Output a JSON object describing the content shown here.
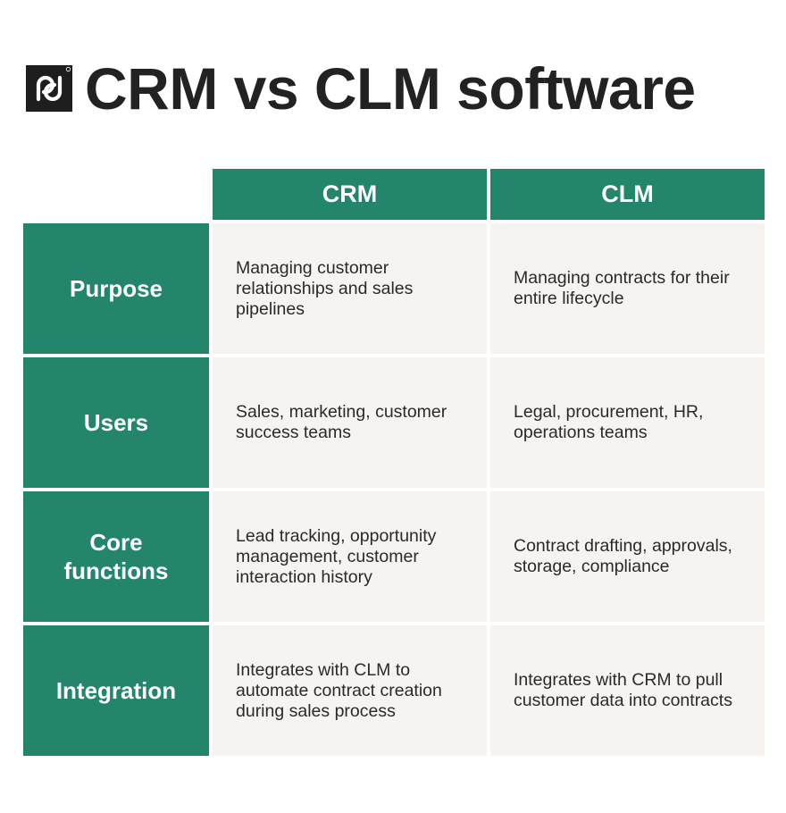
{
  "header": {
    "logo_icon": "pandadoc-logo-icon",
    "logo_mark": "pd",
    "title": "CRM vs CLM software"
  },
  "table": {
    "columns": [
      "CRM",
      "CLM"
    ],
    "rows": [
      {
        "label": "Purpose",
        "crm": "Managing customer relationships and sales pipelines",
        "clm": "Managing contracts for their entire lifecycle"
      },
      {
        "label": "Users",
        "crm": "Sales, marketing, customer success teams",
        "clm": "Legal, procurement, HR, operations teams"
      },
      {
        "label": "Core functions",
        "crm": "Lead tracking, opportunity management, customer interaction history",
        "clm": "Contract drafting, approvals, storage, compliance"
      },
      {
        "label": "Integration",
        "crm": "Integrates with CLM to automate contract creation during sales process",
        "clm": "Integrates with CRM to pull customer data into contracts"
      }
    ]
  },
  "colors": {
    "accent": "#23866a",
    "cell_background": "#f6f3f1",
    "title_text": "#222222"
  }
}
